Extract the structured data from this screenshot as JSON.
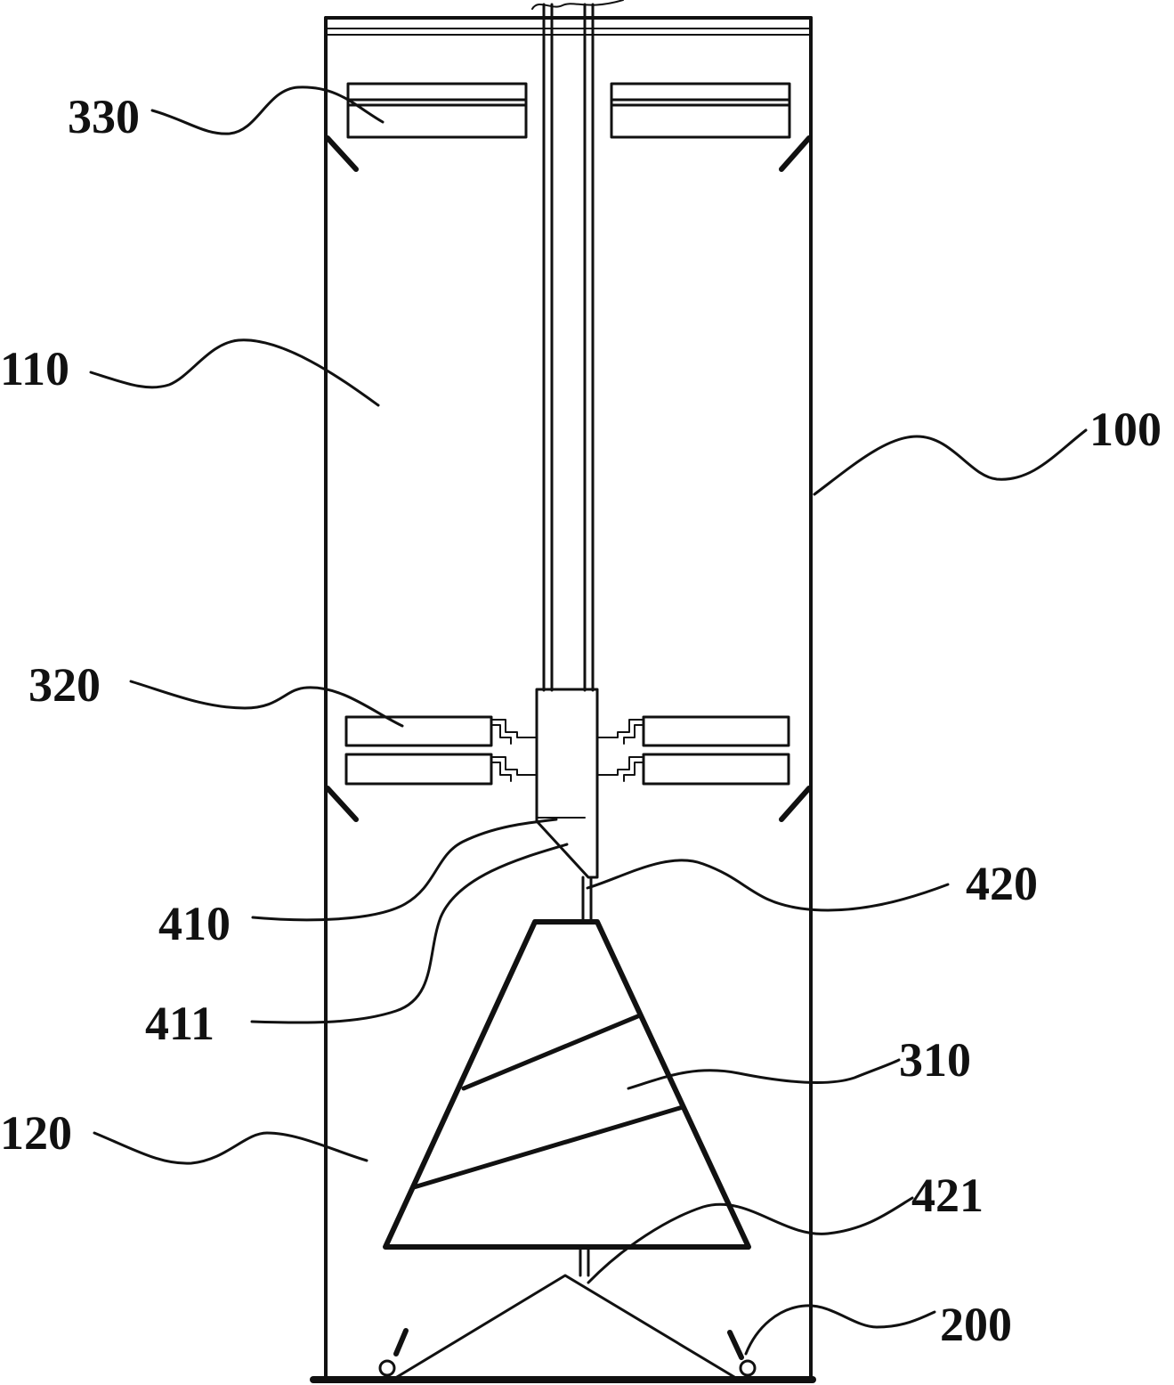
{
  "figure": {
    "labels": {
      "l330": "330",
      "l110": "110",
      "l100": "100",
      "l320": "320",
      "l410": "410",
      "l420": "420",
      "l411": "411",
      "l310": "310",
      "l120": "120",
      "l421": "421",
      "l200": "200"
    },
    "colors": {
      "ink": "#111111",
      "background": "#ffffff"
    }
  }
}
